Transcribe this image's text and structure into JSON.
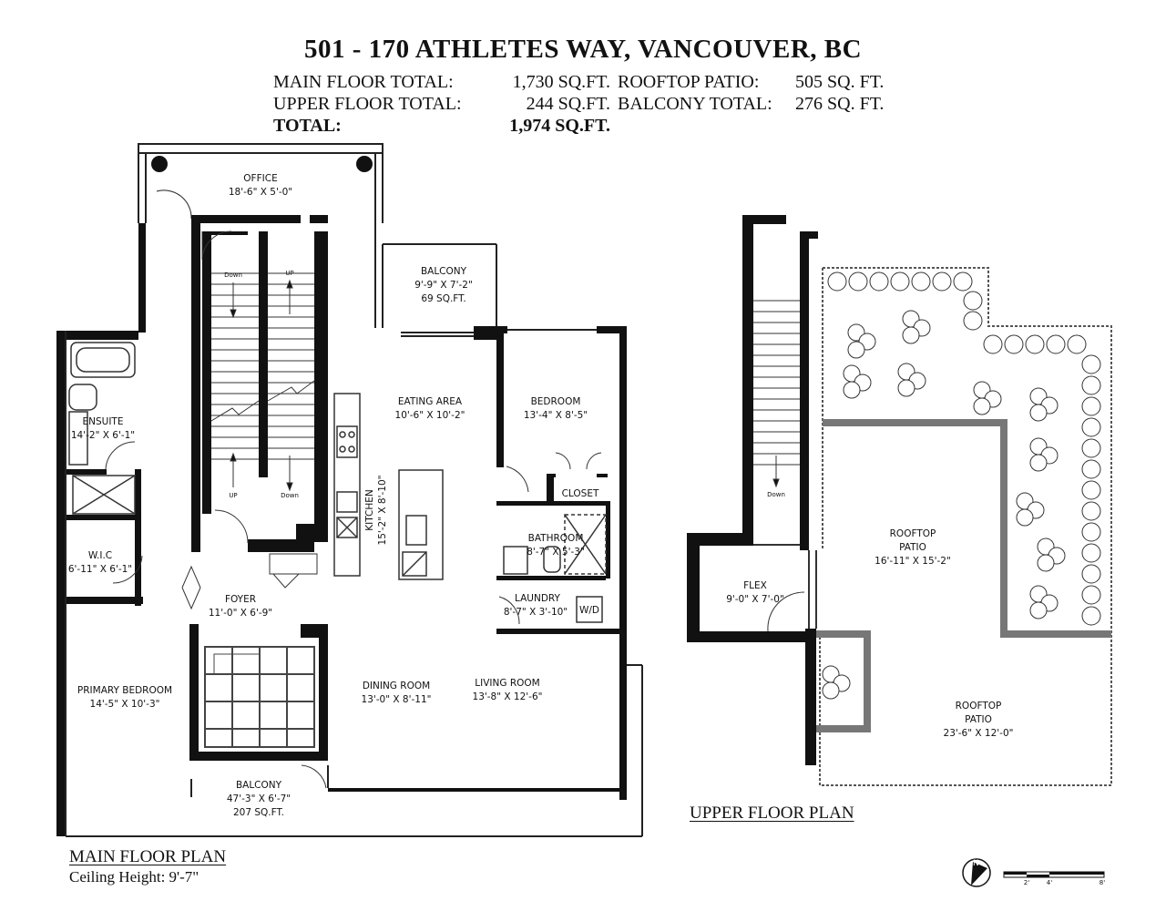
{
  "header": {
    "title": "501 - 170 ATHLETES WAY, VANCOUVER, BC",
    "main_floor_label": "MAIN FLOOR TOTAL:",
    "main_floor_value": "1,730 SQ.FT.",
    "rooftop_patio_label": "ROOFTOP PATIO:",
    "rooftop_patio_value": "505 SQ. FT.",
    "upper_floor_label": "UPPER FLOOR TOTAL:",
    "upper_floor_value": "244 SQ.FT.",
    "balcony_total_label": "BALCONY TOTAL:",
    "balcony_total_value": "276 SQ. FT.",
    "total_label": "TOTAL:",
    "total_value": "1,974 SQ.FT."
  },
  "rooms": {
    "office": {
      "name": "OFFICE",
      "size": "18'-6\" X 5'-0\""
    },
    "balcony_top": {
      "name": "BALCONY",
      "size": "9'-9\" X 7'-2\"",
      "area": "69 SQ.FT."
    },
    "eating": {
      "name": "EATING AREA",
      "size": "10'-6\" X 10'-2\""
    },
    "bedroom": {
      "name": "BEDROOM",
      "size": "13'-4\" X 8'-5\""
    },
    "closet": {
      "name": "CLOSET"
    },
    "ensuite": {
      "name": "ENSUITE",
      "size": "14'-2\" X 6'-1\""
    },
    "kitchen": {
      "name": "KITCHEN",
      "size": "15'-2\" X 8'-10\""
    },
    "bathroom": {
      "name": "BATHROOM",
      "size": "8'-7\" X 5'-3\""
    },
    "wic": {
      "name": "W.I.C",
      "size": "6'-11\" X 6'-1\""
    },
    "laundry": {
      "name": "LAUNDRY",
      "size": "8'-7\" X 3'-10\"",
      "wd": "W/D"
    },
    "foyer": {
      "name": "FOYER",
      "size": "11'-0\" X 6'-9\""
    },
    "primary": {
      "name": "PRIMARY BEDROOM",
      "size": "14'-5\" X 10'-3\""
    },
    "dining": {
      "name": "DINING ROOM",
      "size": "13'-0\" X 8'-11\""
    },
    "living": {
      "name": "LIVING ROOM",
      "size": "13'-8\" X 12'-6\""
    },
    "balcony_bottom": {
      "name": "BALCONY",
      "size": "47'-3\" X 6'-7\"",
      "area": "207 SQ.FT."
    },
    "flex": {
      "name": "FLEX",
      "size": "9'-0\" X 7'-0\""
    },
    "rooftop1": {
      "name": "ROOFTOP",
      "name2": "PATIO",
      "size": "16'-11\" X 15'-2\""
    },
    "rooftop2": {
      "name": "ROOFTOP",
      "name2": "PATIO",
      "size": "23'-6\" X 12'-0\""
    }
  },
  "stairs": {
    "down": "Down",
    "up": "UP"
  },
  "labels": {
    "main_plan": "MAIN FLOOR PLAN",
    "ceiling": "Ceiling Height: 9'-7\"",
    "upper_plan": "UPPER FLOOR PLAN",
    "north": "N",
    "scale": [
      "2'",
      "4'",
      "8'"
    ]
  }
}
